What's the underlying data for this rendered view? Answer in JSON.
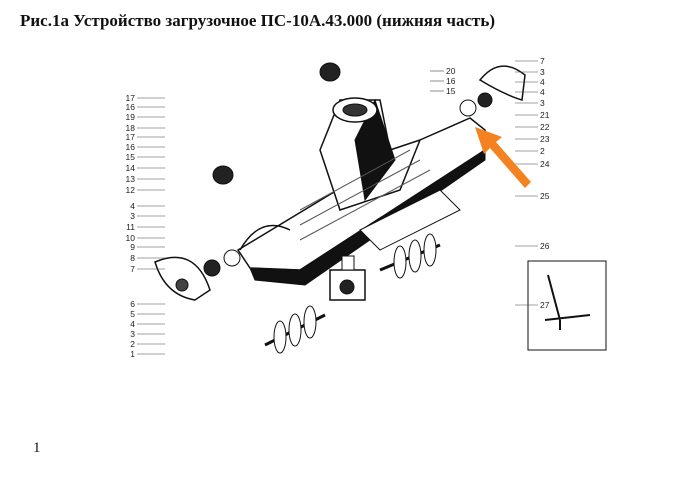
{
  "title": "Рис.1а Устройство загрузочное ПС-10А.43.000 (нижняя часть)",
  "page_number": "1",
  "figure": {
    "left_labels": [
      "17",
      "16",
      "19",
      "18",
      "17",
      "16",
      "15",
      "14",
      "13",
      "12",
      "4",
      "3",
      "11",
      "10",
      "9",
      "8",
      "7",
      "6",
      "5",
      "4",
      "3",
      "2",
      "1"
    ],
    "right_labels": [
      "7",
      "3",
      "4",
      "4",
      "3",
      "21",
      "22",
      "23",
      "2",
      "24",
      "25",
      "26",
      "27"
    ],
    "top_labels": [
      "20",
      "16",
      "15"
    ],
    "arrow_color": "#f58220"
  }
}
